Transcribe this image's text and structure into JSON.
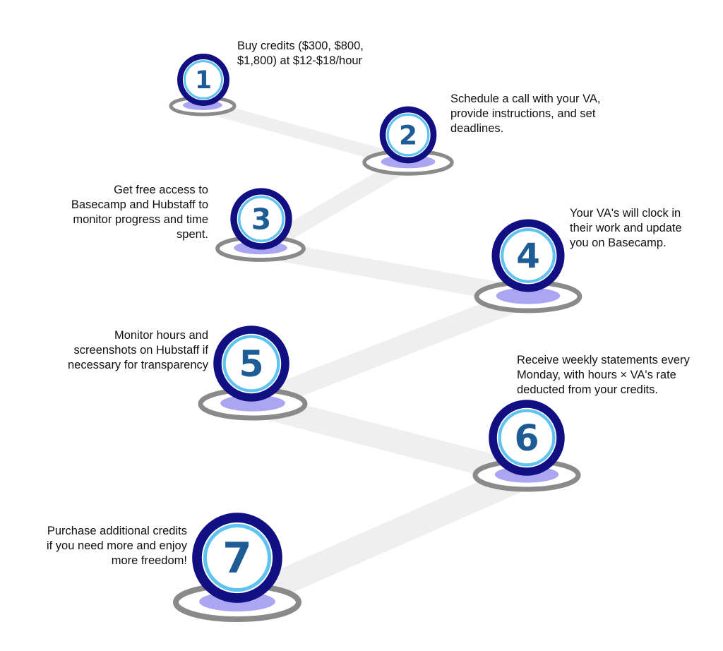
{
  "colors": {
    "path": "#efefef",
    "ring_gray": "#8a8a8a",
    "base_fill": "#ffffff",
    "shadow": "#aaa6f2",
    "outer_ring": "#120f82",
    "inner_ring": "#5ec3ef",
    "face": "#ffffff",
    "number": "#1e5c96"
  },
  "steps": [
    {
      "number": "1",
      "lines": [
        "Buy credits ($300, $800,",
        "$1,800) at $12-$18/hour"
      ]
    },
    {
      "number": "2",
      "lines": [
        "Schedule a call with your VA,",
        "provide instructions, and set",
        "deadlines."
      ]
    },
    {
      "number": "3",
      "lines": [
        "Get free access to",
        "Basecamp and Hubstaff to",
        "monitor progress and time",
        "spent."
      ]
    },
    {
      "number": "4",
      "lines": [
        "Your VA's will clock in",
        "their work and update",
        "you on Basecamp."
      ]
    },
    {
      "number": "5",
      "lines": [
        "Monitor hours and",
        "screenshots on Hubstaff if",
        "necessary for transparency"
      ]
    },
    {
      "number": "6",
      "lines": [
        "Receive weekly statements every",
        "Monday, with hours × VA's rate",
        "deducted from your credits."
      ]
    },
    {
      "number": "7",
      "lines": [
        "Purchase additional credits",
        "if you need more and enjoy",
        "more freedom!"
      ]
    }
  ]
}
